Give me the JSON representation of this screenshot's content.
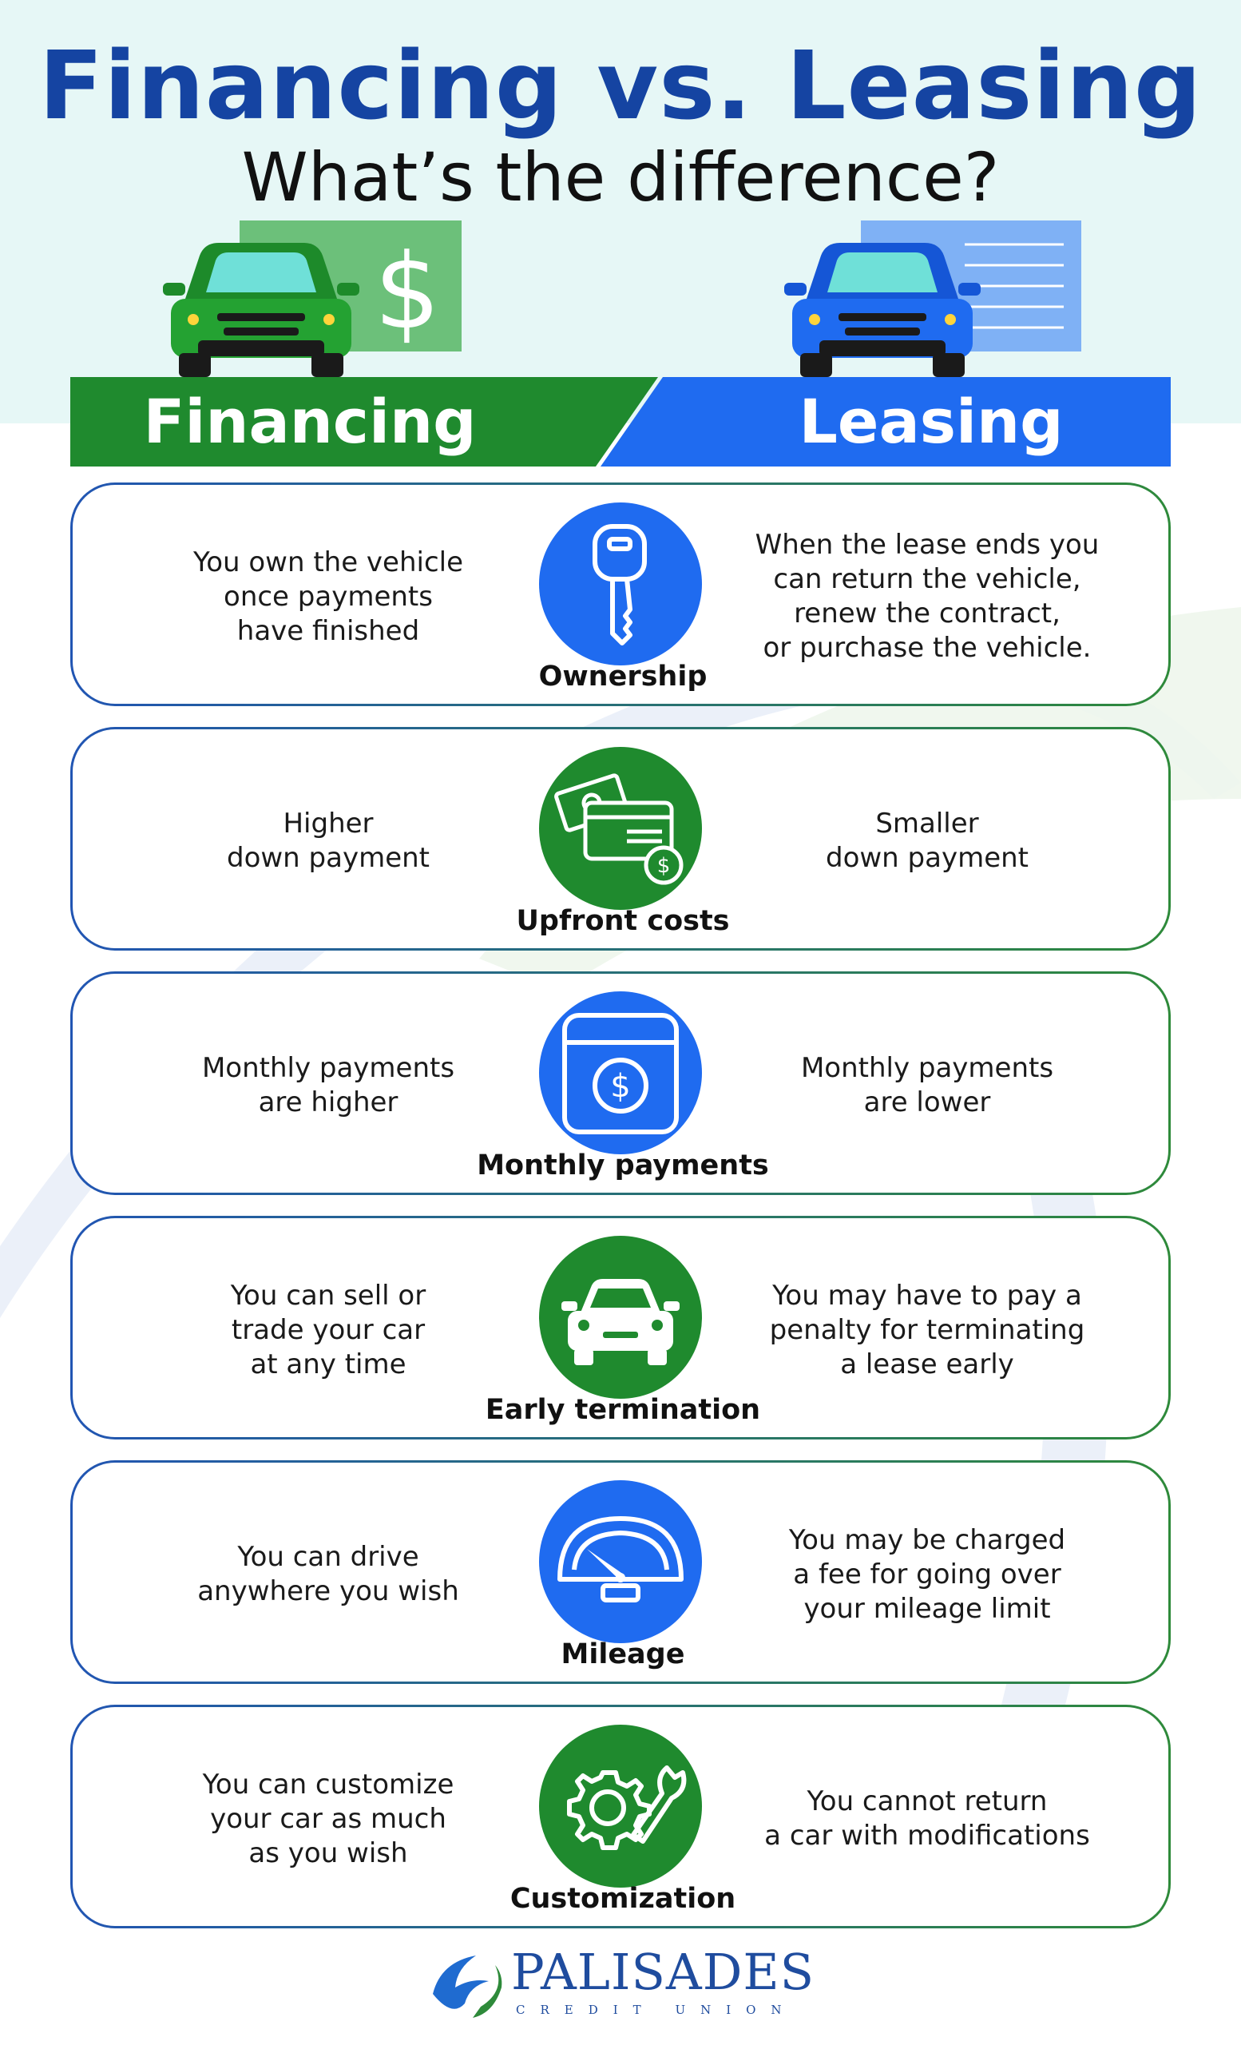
{
  "header": {
    "title": "Financing vs. Leasing",
    "subtitle": "What’s the difference?"
  },
  "banner": {
    "left_label": "Financing",
    "right_label": "Leasing",
    "left_color": "#1f8a2e",
    "right_color": "#1f6bf0",
    "dollar_symbol": "$"
  },
  "rows": [
    {
      "label": "Ownership",
      "icon": "key-icon",
      "icon_color": "#1f6bf0",
      "financing": "You own the vehicle\nonce payments\nhave finished",
      "leasing": "When the lease ends you\ncan return the vehicle,\nrenew the contract,\nor purchase the vehicle."
    },
    {
      "label": "Upfront costs",
      "icon": "money-card-icon",
      "icon_color": "#1f8a2e",
      "financing": "Higher\ndown payment",
      "leasing": "Smaller\ndown payment"
    },
    {
      "label": "Monthly payments",
      "icon": "calendar-dollar-icon",
      "icon_color": "#1f6bf0",
      "financing": "Monthly payments\nare higher",
      "leasing": "Monthly payments\nare lower"
    },
    {
      "label": "Early termination",
      "icon": "car-icon",
      "icon_color": "#1f8a2e",
      "financing": "You can sell or\ntrade your car\nat any time",
      "leasing": "You may have to pay a\npenalty for terminating\na lease early"
    },
    {
      "label": "Mileage",
      "icon": "speedometer-icon",
      "icon_color": "#1f6bf0",
      "financing": "You can drive\nanywhere you wish",
      "leasing": "You may be charged\na fee for going over\nyour mileage limit"
    },
    {
      "label": "Customization",
      "icon": "gear-wrench-icon",
      "icon_color": "#1f8a2e",
      "financing": "You can customize\nyour car as much\nas you wish",
      "leasing": "You cannot return\na car with modifications"
    }
  ],
  "logo": {
    "name": "PALISADES",
    "subname": "CREDIT UNION"
  }
}
